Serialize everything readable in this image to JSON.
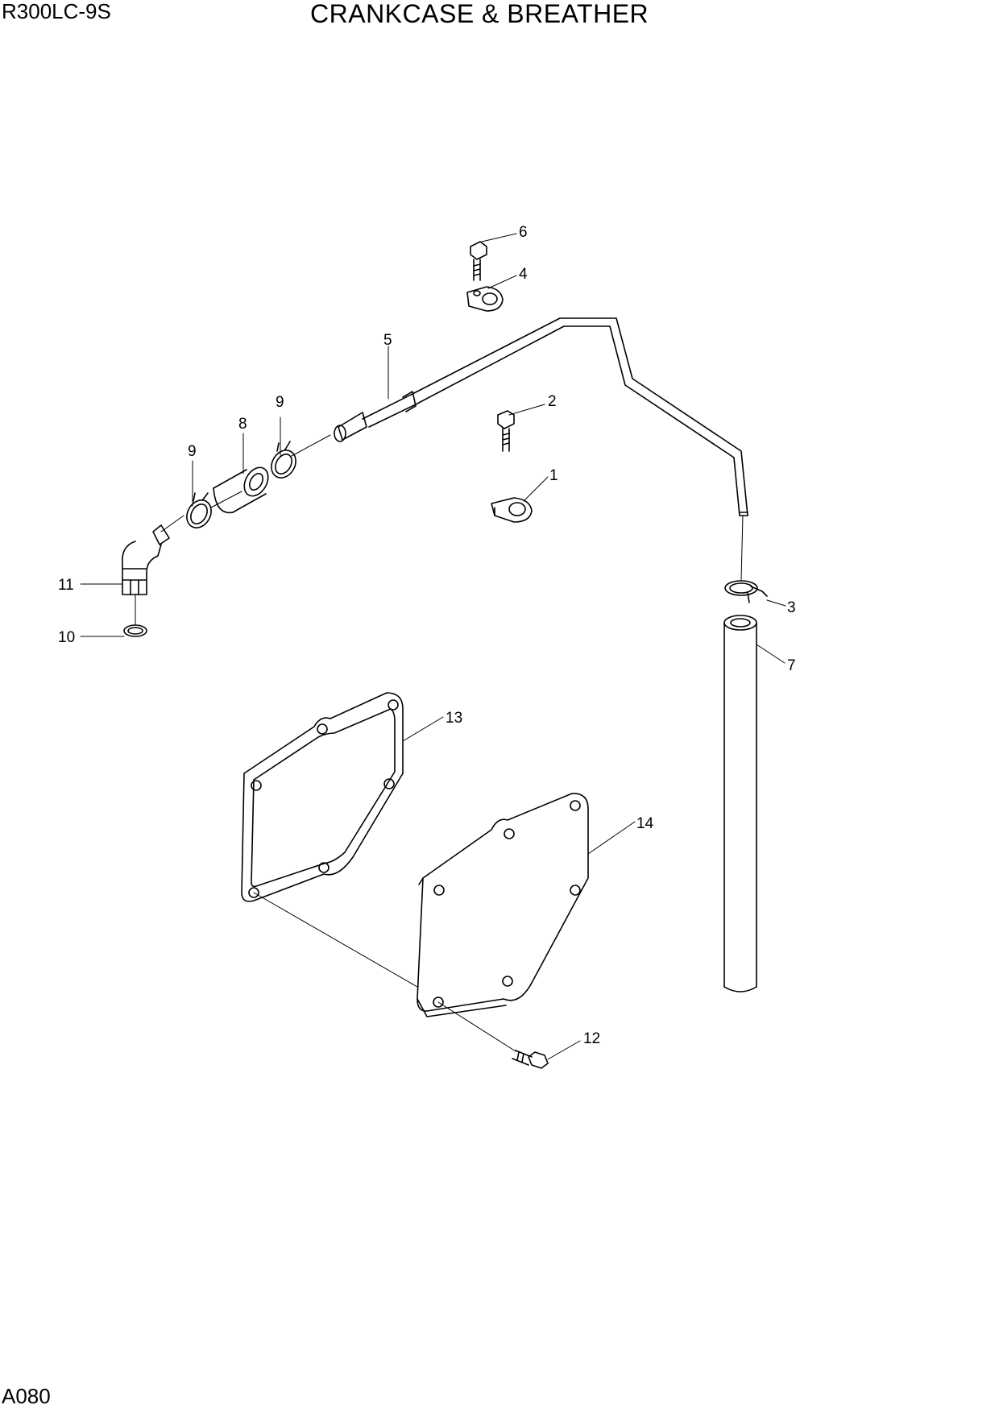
{
  "header": {
    "model": "R300LC-9S",
    "title": "CRANKCASE & BREATHER"
  },
  "footer": {
    "page_code": "A080"
  },
  "callouts": [
    {
      "label": "1"
    },
    {
      "label": "2"
    },
    {
      "label": "3"
    },
    {
      "label": "4"
    },
    {
      "label": "5"
    },
    {
      "label": "6"
    },
    {
      "label": "7"
    },
    {
      "label": "8"
    },
    {
      "label": "9"
    },
    {
      "label": "9"
    },
    {
      "label": "10"
    },
    {
      "label": "11"
    },
    {
      "label": "12"
    },
    {
      "label": "13"
    },
    {
      "label": "14"
    }
  ]
}
